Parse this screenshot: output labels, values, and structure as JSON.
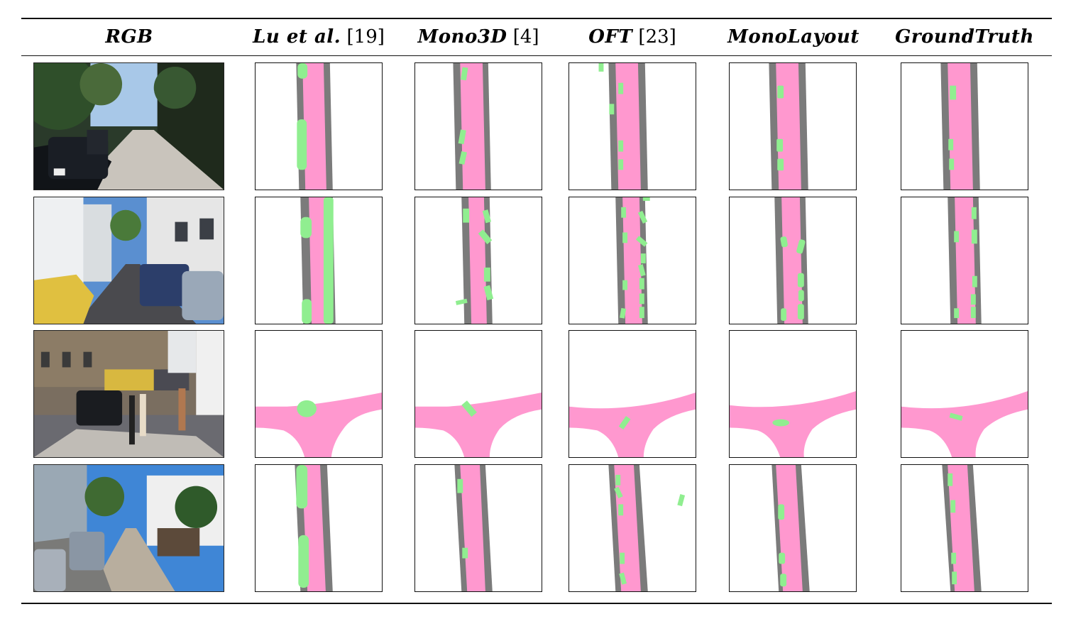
{
  "table": {
    "headers": [
      {
        "name": "RGB",
        "ref": ""
      },
      {
        "name": "Lu et al.",
        "ref": "[19]"
      },
      {
        "name": "Mono3D",
        "ref": "[4]"
      },
      {
        "name": "OFT",
        "ref": "[23]"
      },
      {
        "name": "MonoLayout",
        "ref": ""
      },
      {
        "name": "GroundTruth",
        "ref": ""
      }
    ],
    "rows": 4
  },
  "colors": {
    "road": "#ff98cf",
    "sidewalk": "#7b7b7b",
    "vehicle": "#90ee90",
    "background": "#ffffff"
  }
}
